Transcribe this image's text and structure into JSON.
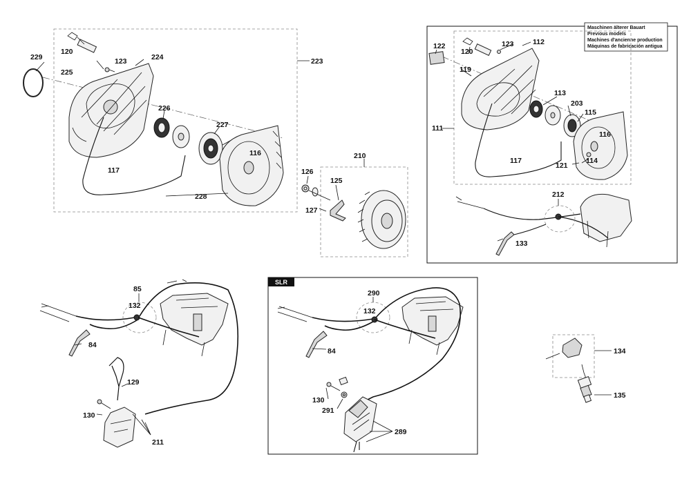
{
  "notice": {
    "lines": [
      "Maschinen älterer Bauart",
      "Previous models",
      "Machines d'ancienne production",
      "Máquinas de fabricación antigua"
    ]
  },
  "slr_tag": "SLR",
  "labels": {
    "p229": "229",
    "p120a": "120",
    "p225": "225",
    "p123a": "123",
    "p224": "224",
    "p223": "223",
    "p226": "226",
    "p227": "227",
    "p116a": "116",
    "p117a": "117",
    "p228": "228",
    "p210": "210",
    "p126": "126",
    "p125": "125",
    "p127": "127",
    "p122": "122",
    "p120b": "120",
    "p123b": "123",
    "p112": "112",
    "p119": "119",
    "p113": "113",
    "p203": "203",
    "p115": "115",
    "p111": "111",
    "p116b": "116",
    "p114": "114",
    "p117b": "117",
    "p121": "121",
    "p212": "212",
    "p133": "133",
    "p85": "85",
    "p132a": "132",
    "p84a": "84",
    "p129": "129",
    "p130a": "130",
    "p211": "211",
    "p290": "290",
    "p132b": "132",
    "p84b": "84",
    "p130b": "130",
    "p291": "291",
    "p289": "289",
    "p134": "134",
    "p135": "135"
  }
}
